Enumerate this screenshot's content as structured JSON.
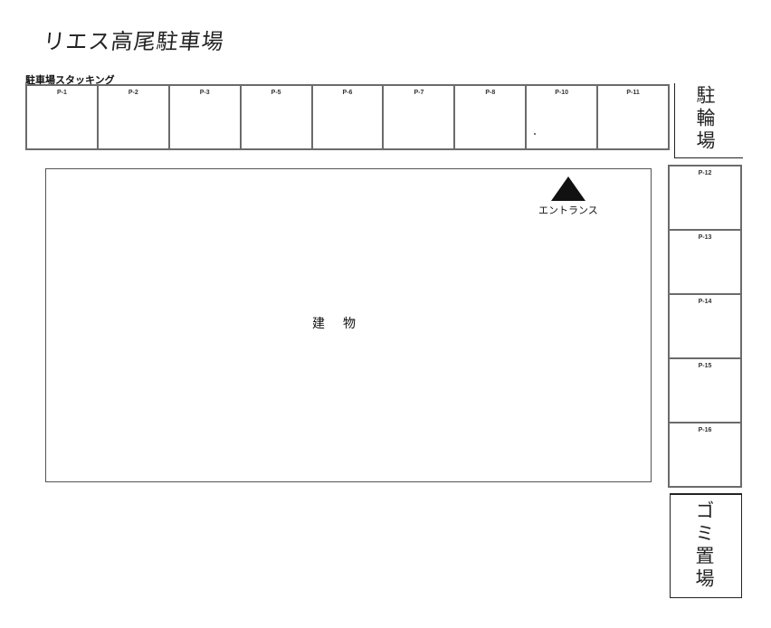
{
  "title": "リエス高尾駐車場",
  "parking_strip": {
    "label": "駐車場スタッキング",
    "slots": [
      "P-1",
      "P-2",
      "P-3",
      "P-5",
      "P-6",
      "P-7",
      "P-8",
      "P-10",
      "P-11"
    ]
  },
  "bicycle_parking": {
    "label": "駐輪場"
  },
  "building": {
    "label": "建物",
    "entrance_label": "エントランス",
    "entrance_icon": "triangle-up-icon"
  },
  "side_parking": {
    "slots": [
      "P-12",
      "P-13",
      "P-14",
      "P-15",
      "P-16"
    ]
  },
  "garbage_area": {
    "label": "ゴミ置場"
  },
  "colors": {
    "border": "#6b6b6b",
    "line": "#222222",
    "background": "#ffffff"
  }
}
